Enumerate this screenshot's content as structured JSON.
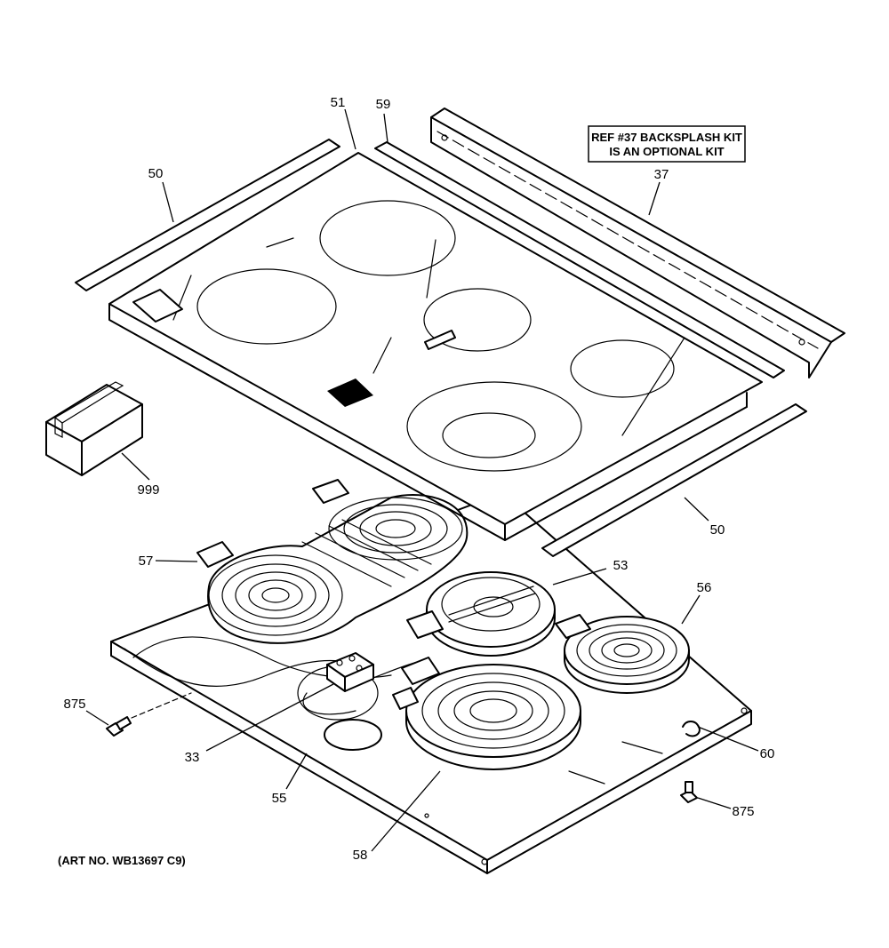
{
  "note": {
    "line1": "REF #37 BACKSPLASH KIT",
    "line2": "IS AN OPTIONAL KIT"
  },
  "art_number": "(ART NO. WB13697 C9)",
  "callouts": {
    "c50_top": "50",
    "c51": "51",
    "c59": "59",
    "c37": "37",
    "c999": "999",
    "c50_bottom": "50",
    "c57": "57",
    "c53": "53",
    "c56": "56",
    "c875_left": "875",
    "c33": "33",
    "c55": "55",
    "c58": "58",
    "c60": "60",
    "c875_right": "875"
  }
}
